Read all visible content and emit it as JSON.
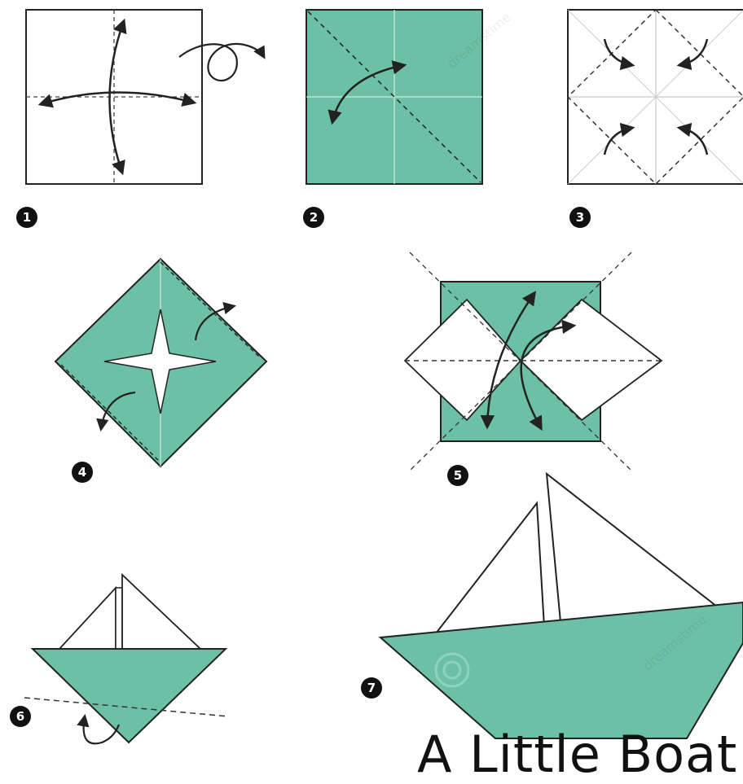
{
  "title": "A Little Boat",
  "colors": {
    "paper": "#6cc0a5",
    "outline": "#222222",
    "background": "#ffffff"
  },
  "steps": [
    {
      "number": "1"
    },
    {
      "number": "2"
    },
    {
      "number": "3"
    },
    {
      "number": "4"
    },
    {
      "number": "5"
    },
    {
      "number": "6"
    },
    {
      "number": "7"
    }
  ],
  "watermark": "dreamstime"
}
